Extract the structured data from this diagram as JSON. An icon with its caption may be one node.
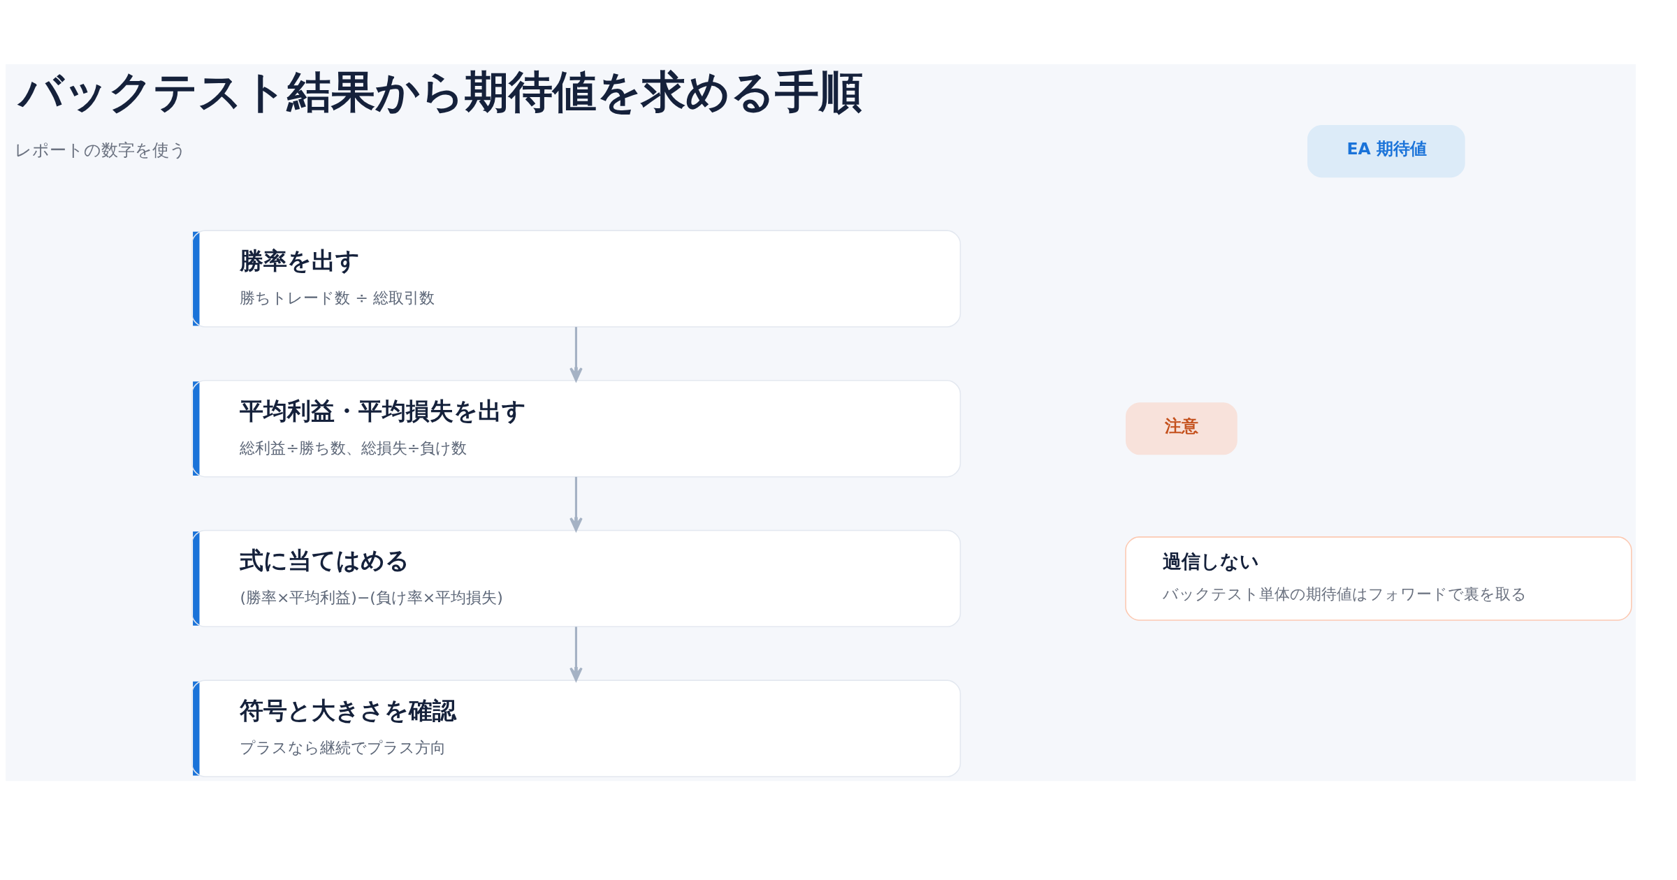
{
  "diagram": {
    "title": "バックテスト結果から期待値を求める手順",
    "nodes": [
      {
        "text": [
          "EA 期待値"
        ]
      },
      {
        "text": [
          "勝率を出す",
          "勝ちトレード数 ÷ 総取引数"
        ]
      },
      {
        "text": [
          "平均利益・平均損失を出す",
          "総利益÷勝ち数、総損失÷負け数"
        ]
      },
      {
        "text": [
          "式に当てはめる",
          "(勝率×平均利益)−(負け率×平均損失)"
        ]
      },
      {
        "text": [
          "符号と大きさを確認",
          "プラスなら継続でプラス方向"
        ]
      },
      {
        "text": [
          "注意"
        ]
      },
      {
        "text": [
          "過信しない",
          "バックテスト単体の期待値はフォワードで裏を取る"
        ]
      }
    ],
    "edges": [
      {
        "from": 1,
        "to": 2,
        "arrow": "to"
      },
      {
        "from": 2,
        "to": 3,
        "arrow": "to"
      },
      {
        "from": 3,
        "to": 4,
        "arrow": "to"
      }
    ],
    "labels": [
      "レポートの数字を使う"
    ]
  }
}
